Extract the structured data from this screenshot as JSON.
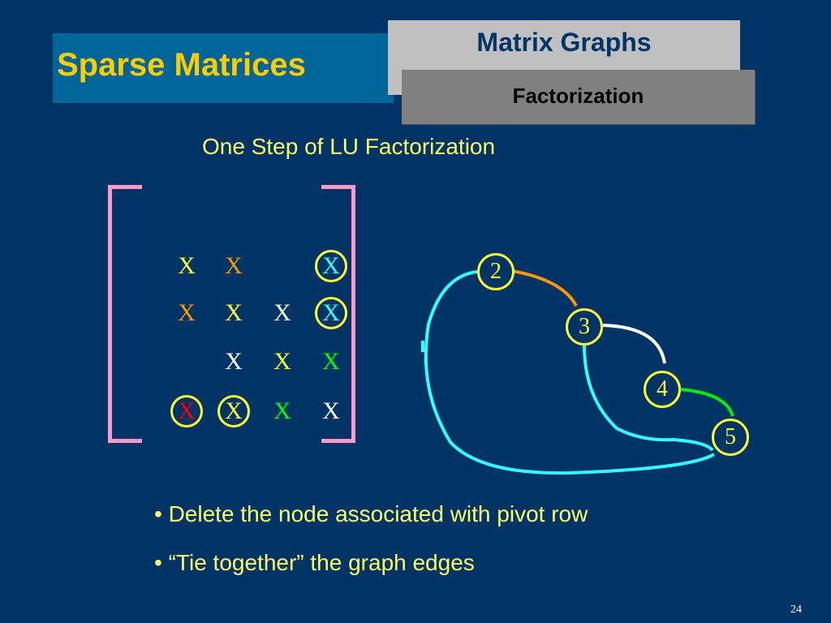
{
  "slide": {
    "title": "Sparse Matrices",
    "tab_primary": "Matrix Graphs",
    "tab_secondary": "Factorization",
    "subtitle": "One Step of LU Factorization",
    "page_number": "24"
  },
  "matrix": {
    "rows": [
      [
        {
          "t": "X",
          "c": "#ffff33"
        },
        {
          "t": "X",
          "c": "#ff9900"
        },
        {
          "t": "",
          "c": ""
        },
        {
          "t": "X",
          "c": "#33ffff",
          "ring": true
        }
      ],
      [
        {
          "t": "X",
          "c": "#ff9900"
        },
        {
          "t": "X",
          "c": "#ffff33"
        },
        {
          "t": "X",
          "c": "#ffffff"
        },
        {
          "t": "X",
          "c": "#33ffff",
          "ring": true
        }
      ],
      [
        {
          "t": "",
          "c": ""
        },
        {
          "t": "X",
          "c": "#ffffff"
        },
        {
          "t": "X",
          "c": "#ffff33"
        },
        {
          "t": "X",
          "c": "#00ff00"
        }
      ],
      [
        {
          "t": "X",
          "c": "#ff0000",
          "ring": true
        },
        {
          "t": "X",
          "c": "#ffff33",
          "ring": true
        },
        {
          "t": "X",
          "c": "#00ff00"
        },
        {
          "t": "X",
          "c": "#ffffff"
        }
      ]
    ]
  },
  "graph": {
    "nodes": [
      {
        "id": "2",
        "label": "2"
      },
      {
        "id": "3",
        "label": "3"
      },
      {
        "id": "4",
        "label": "4"
      },
      {
        "id": "5",
        "label": "5"
      }
    ],
    "edges": [
      {
        "from": "2",
        "to": "3",
        "color": "#ff9900"
      },
      {
        "from": "3",
        "to": "4",
        "color": "#ffffff"
      },
      {
        "from": "4",
        "to": "5",
        "color": "#00ee00"
      },
      {
        "from": "3",
        "to": "5",
        "color": "#33ffff"
      },
      {
        "from": "2",
        "to": "5",
        "color": "#33ffff"
      }
    ]
  },
  "bullets": [
    "• Delete the node associated with pivot row",
    "• “Tie together” the graph edges"
  ]
}
